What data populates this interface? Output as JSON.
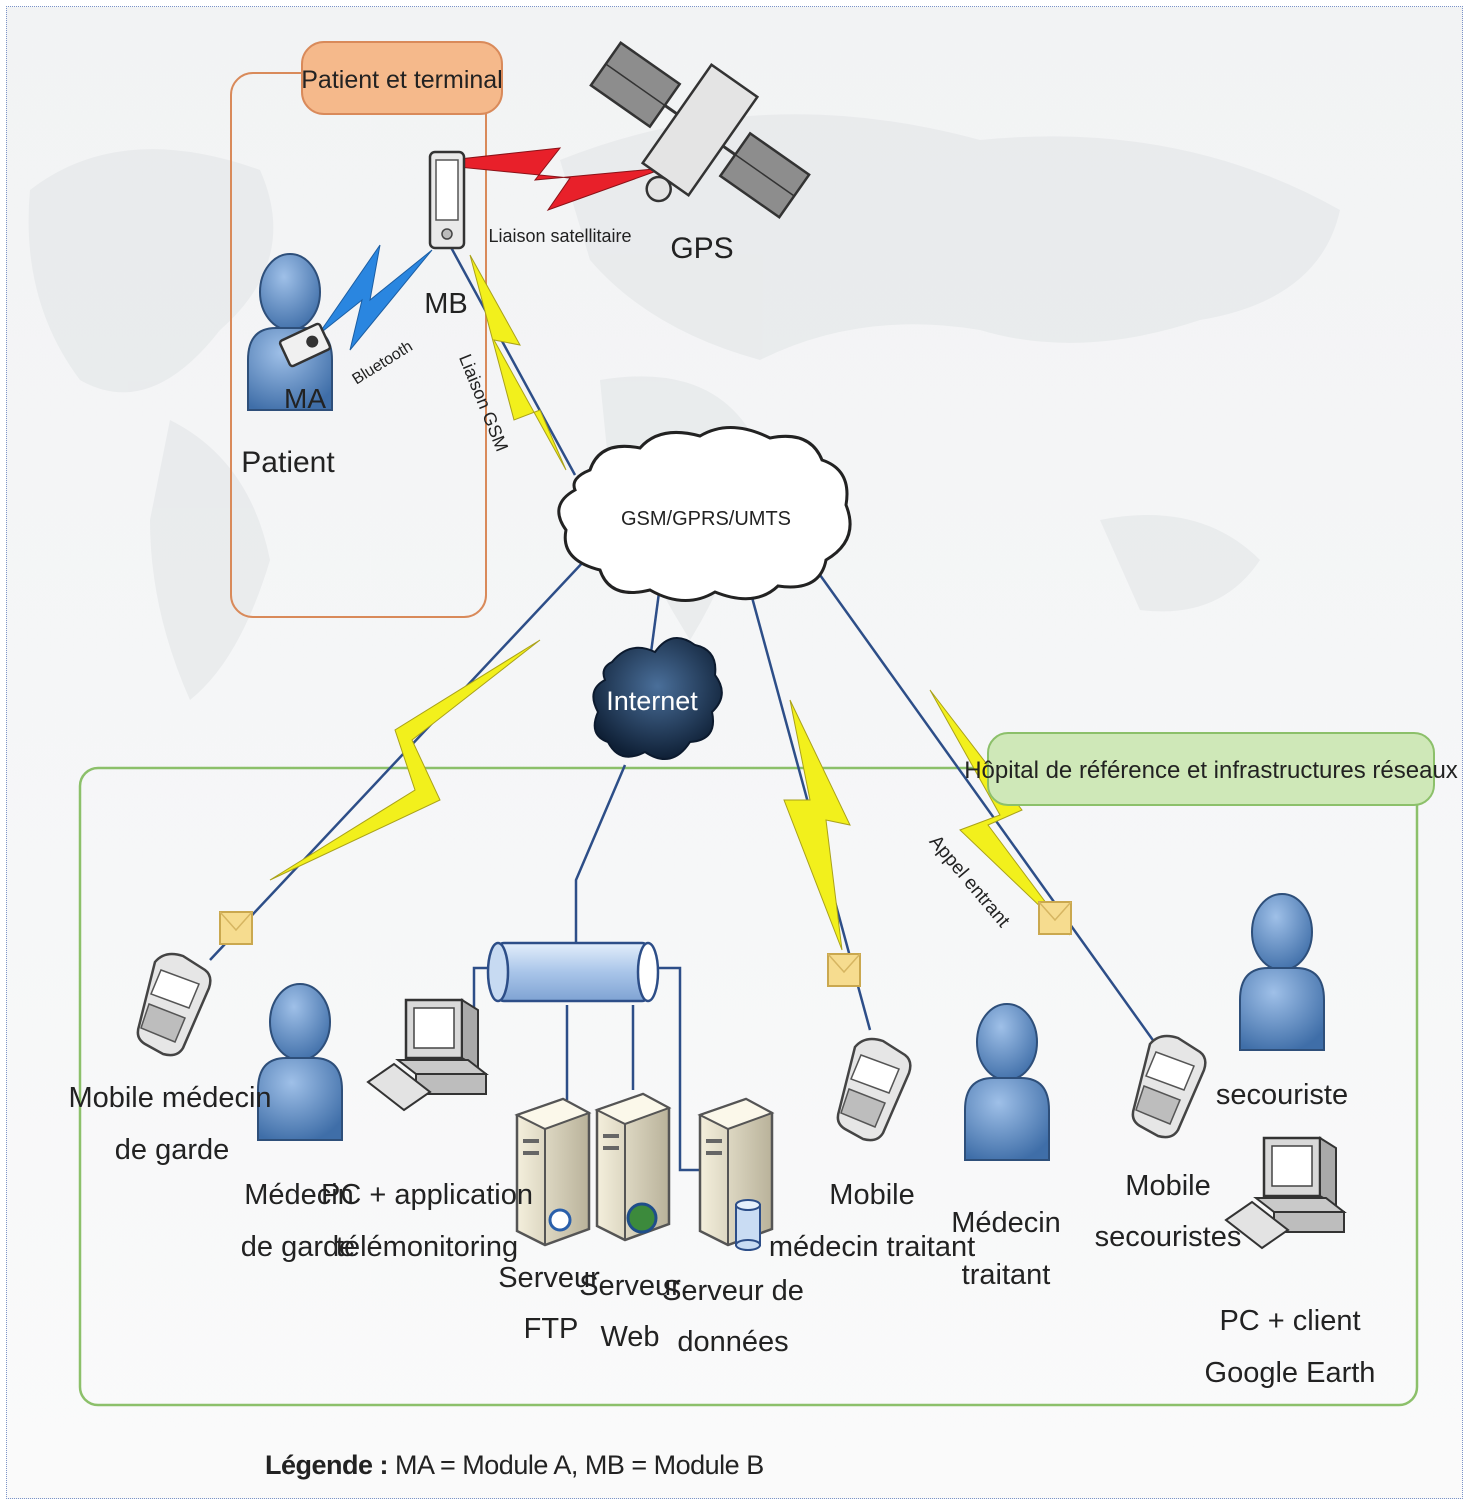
{
  "groups": {
    "patient": "Patient et terminal",
    "hospital": "Hôpital de référence et infrastructures réseaux"
  },
  "network": {
    "gsm_cloud": "GSM/GPRS/UMTS",
    "internet_cloud": "Internet"
  },
  "links": {
    "satellite": "Liaison satellitaire",
    "bluetooth": "Bluetooth",
    "gsm": "Liaison GSM",
    "incoming_call": "Appel entrant"
  },
  "patient_side": {
    "gps": "GPS",
    "mb": "MB",
    "ma": "MA",
    "patient": "Patient"
  },
  "nodes": {
    "mobile_garde": [
      "Mobile médecin",
      "de garde"
    ],
    "medecin_garde": [
      "Médecin",
      "de garde"
    ],
    "pc_telemonitoring": [
      "PC + application",
      "télémonitoring"
    ],
    "ftp": [
      "Serveur",
      "FTP"
    ],
    "web": [
      "Serveur",
      "Web"
    ],
    "data": [
      "Serveur de",
      "données"
    ],
    "mobile_traitant": [
      "Mobile",
      "médecin traitant"
    ],
    "medecin_traitant": [
      "Médecin",
      "traitant"
    ],
    "mobile_secouristes": [
      "Mobile",
      "secouristes"
    ],
    "secouriste": "secouriste",
    "pc_google": [
      "PC + client",
      "Google Earth"
    ]
  },
  "legend": {
    "label": "Légende :",
    "text": " MA = Module A, MB = Module B"
  },
  "colors": {
    "patient_box_border": "#d98a5a",
    "patient_tab_fill": "#f5b98b",
    "hospital_box_border": "#8cc06a",
    "hospital_tab_fill": "#cfe8b8",
    "gsm_bolt": "#f2f01c",
    "satellite_bolt": "#e8202a",
    "bluetooth_bolt": "#2a86e0",
    "person_fill": "#5b87c0",
    "link_line": "#2d4e88"
  }
}
